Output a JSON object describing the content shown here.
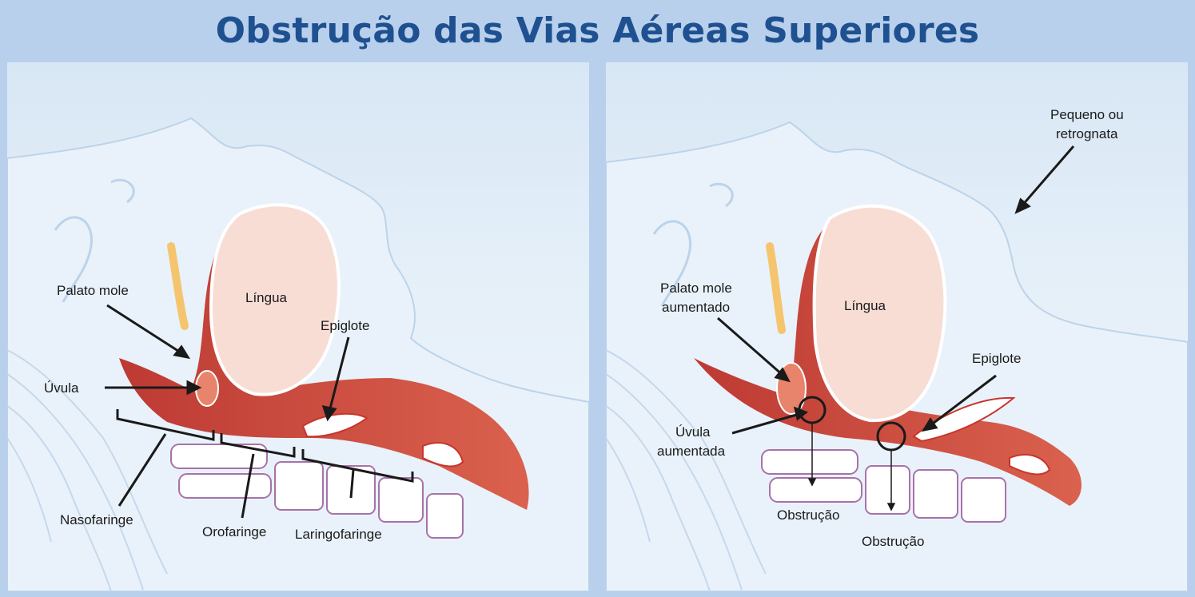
{
  "title": "Obstrução das Vias Aéreas Superiores",
  "colors": {
    "title": "#1f5191",
    "background": "#b9d0ec",
    "skin": "#e9f2fa",
    "outline": "#bcd3ea",
    "airway": "#c8342b",
    "tongue": "#f8ddd5",
    "bone": "#ffffff",
    "vertebra_outline": "#a872a8"
  },
  "left_panel": {
    "labels": {
      "palato_mole": "Palato mole",
      "uvula": "Úvula",
      "lingua": "Língua",
      "epiglote": "Epiglote",
      "nasofaringe": "Nasofaringe",
      "orofaringe": "Orofaringe",
      "laringofaringe": "Laringofaringe"
    }
  },
  "right_panel": {
    "labels": {
      "pequeno_1": "Pequeno ou",
      "pequeno_2": "retrognata",
      "palato_1": "Palato mole",
      "palato_2": "aumentado",
      "lingua": "Língua",
      "epiglote": "Epiglote",
      "uvula_1": "Úvula",
      "uvula_2": "aumentada",
      "obstrucao_1": "Obstrução",
      "obstrucao_2": "Obstrução"
    }
  }
}
